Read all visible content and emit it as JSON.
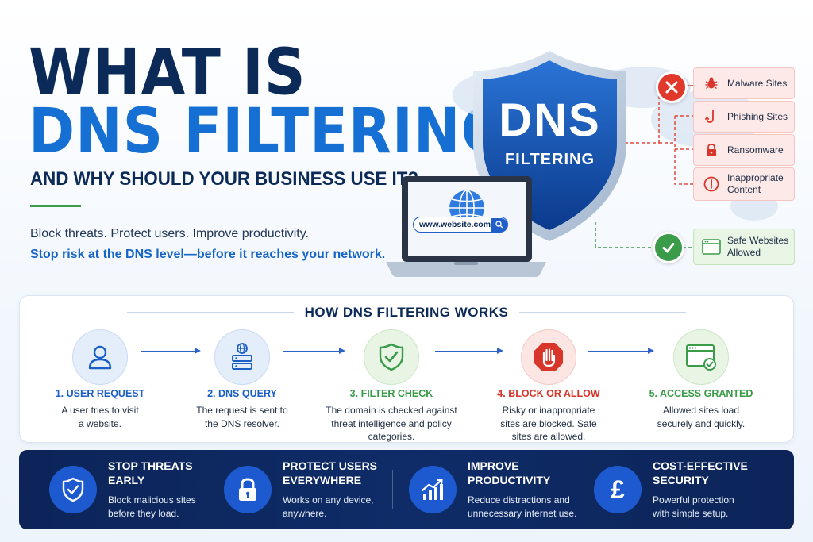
{
  "hero": {
    "title_line1": "WHAT IS",
    "title_line2": "DNS FILTERING",
    "subtitle": "AND WHY SHOULD YOUR BUSINESS USE IT?",
    "tagline": "Block threats. Protect users. Improve productivity.",
    "tagline_bold": "Stop risk at the DNS level—before it reaches your network."
  },
  "shield": {
    "title": "DNS",
    "subtitle": "FILTERING"
  },
  "laptop": {
    "url": "www.website.com"
  },
  "threats": [
    {
      "label": "Malware Sites",
      "icon": "bug-icon"
    },
    {
      "label": "Phishing Sites",
      "icon": "hook-icon"
    },
    {
      "label": "Ransomware",
      "icon": "lock-icon"
    },
    {
      "label": "Inappropriate Content",
      "icon": "warning-icon"
    }
  ],
  "safe": {
    "label": "Safe Websites Allowed",
    "icon": "browser-window-icon"
  },
  "how": {
    "title": "HOW DNS FILTERING WORKS",
    "steps": [
      {
        "title": "1. USER REQUEST",
        "desc": "A user tries to visit a website.",
        "icon": "user-icon",
        "color": "#1a5fc4"
      },
      {
        "title": "2. DNS QUERY",
        "desc": "The request is sent to the DNS resolver.",
        "icon": "server-icon",
        "color": "#1a5fc4"
      },
      {
        "title": "3. FILTER CHECK",
        "desc": "The domain is checked against threat intelligence and policy categories.",
        "icon": "shield-check-icon",
        "color": "#3a9b49"
      },
      {
        "title": "4. BLOCK OR ALLOW",
        "desc": "Risky or inappropriate sites are blocked. Safe sites are allowed.",
        "icon": "stop-hand-icon",
        "color": "#d8352b"
      },
      {
        "title": "5. ACCESS GRANTED",
        "desc": "Allowed sites load securely and quickly.",
        "icon": "browser-check-icon",
        "color": "#3a9b49"
      }
    ]
  },
  "benefits": [
    {
      "title": "STOP THREATS EARLY",
      "desc": "Block malicious sites\nbefore they load.",
      "icon": "shield-check-icon"
    },
    {
      "title": "PROTECT USERS EVERYWHERE",
      "desc": "Works on any device,\nanywhere.",
      "icon": "padlock-icon"
    },
    {
      "title": "IMPROVE PRODUCTIVITY",
      "desc": "Reduce distractions and\nunnecessary internet use.",
      "icon": "growth-chart-icon"
    },
    {
      "title": "COST-EFFECTIVE SECURITY",
      "desc": "Powerful protection\nwith simple setup.",
      "icon": "pound-icon"
    }
  ],
  "colors": {
    "navy": "#0c2a57",
    "blue": "#1670d4",
    "green": "#3a9b49",
    "red": "#d8352b"
  }
}
